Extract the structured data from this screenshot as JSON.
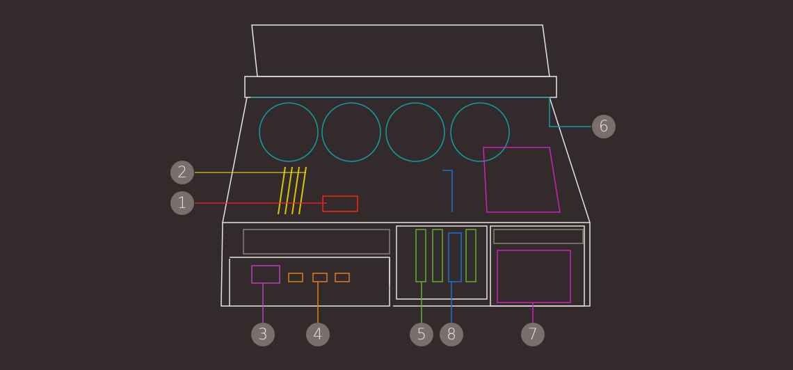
{
  "callouts": [
    {
      "label": "1",
      "part": "ssd",
      "color": "#ff2020"
    },
    {
      "label": "2",
      "part": "memory",
      "color": "#d8c800"
    },
    {
      "label": "3",
      "part": "io-ports",
      "color": "#c040c0"
    },
    {
      "label": "4",
      "part": "rear-ports",
      "color": "#e08020"
    },
    {
      "label": "5",
      "part": "pcie-slots",
      "color": "#60b030"
    },
    {
      "label": "6",
      "part": "fans",
      "color": "#10a0a0"
    },
    {
      "label": "7",
      "part": "psu",
      "color": "#d020c0"
    },
    {
      "label": "8",
      "part": "network-card",
      "color": "#2070d0"
    }
  ]
}
